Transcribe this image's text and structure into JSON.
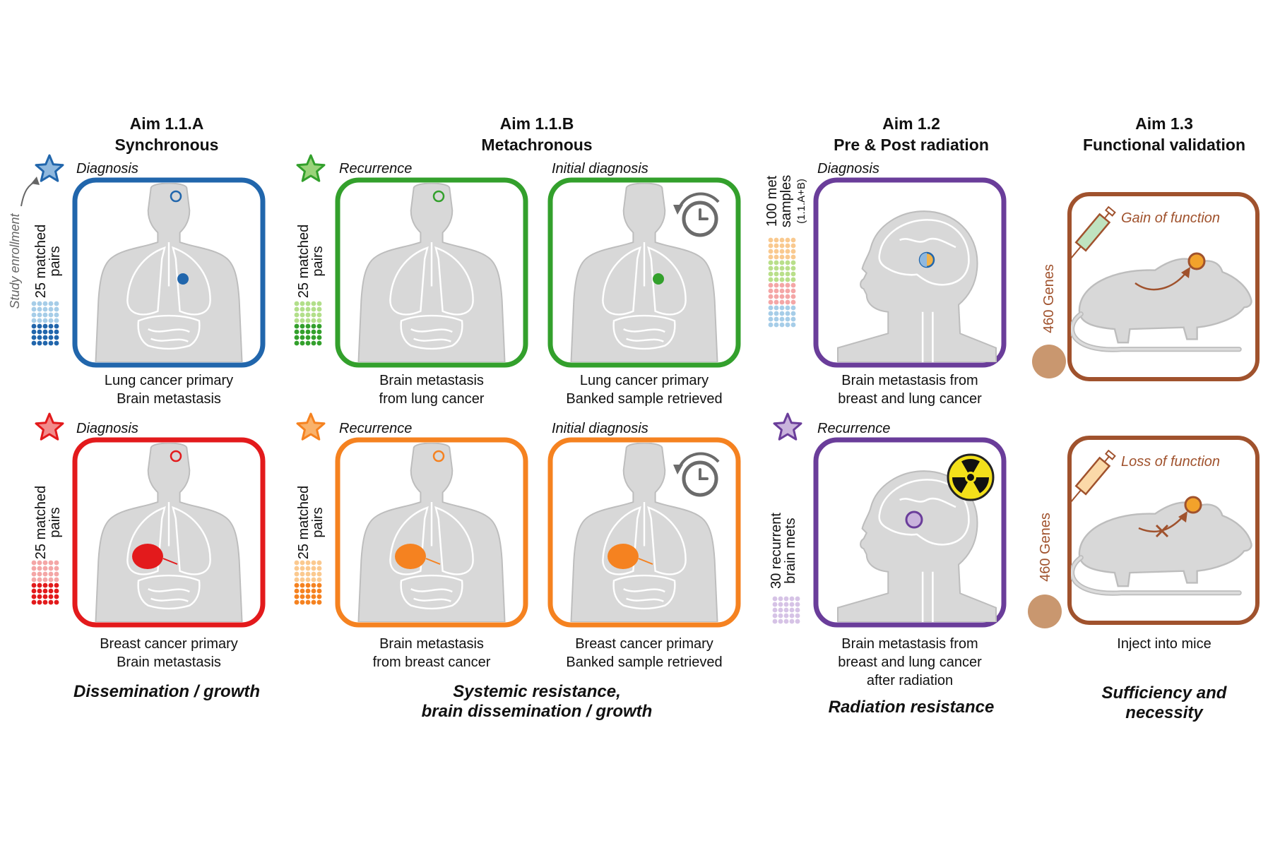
{
  "aims": [
    {
      "title1": "Aim 1.1.A",
      "title2": "Synchronous",
      "theme1": "Dissemination / growth",
      "theme2": ""
    },
    {
      "title1": "Aim 1.1.B",
      "title2": "Metachronous",
      "theme1": "Systemic resistance,",
      "theme2": "brain dissemination / growth"
    },
    {
      "title1": "Aim 1.2",
      "title2": "Pre & Post radiation",
      "theme1": "Radiation resistance",
      "theme2": ""
    },
    {
      "title1": "Aim 1.3",
      "title2": "Functional validation",
      "theme1": "Sufficiency and",
      "theme2": "necessity"
    }
  ],
  "study_enrollment": "Study enrollment",
  "panels": [
    {
      "stage": "Diagnosis",
      "caption1": "Lung cancer primary",
      "caption2": "Brain metastasis",
      "color": "#2166ac"
    },
    {
      "stage": "Recurrence",
      "caption1": "Brain metastasis",
      "caption2": "from lung cancer",
      "color": "#33a02c"
    },
    {
      "stage": "Initial diagnosis",
      "caption1": "Lung cancer primary",
      "caption2": "Banked sample retrieved",
      "color": "#33a02c"
    },
    {
      "stage": "Diagnosis",
      "caption1": "Brain metastasis from",
      "caption2": "breast and lung cancer",
      "caption3": "",
      "color": "#6a3d9a"
    },
    {
      "stage": "Diagnosis",
      "caption1": "Breast cancer primary",
      "caption2": "Brain metastasis",
      "color": "#e31a1c"
    },
    {
      "stage": "Recurrence",
      "caption1": "Brain metastasis",
      "caption2": "from breast cancer",
      "color": "#f58220"
    },
    {
      "stage": "Initial diagnosis",
      "caption1": "Breast cancer primary",
      "caption2": "Banked sample retrieved",
      "color": "#f58220"
    },
    {
      "stage": "Recurrence",
      "caption1": "Brain metastasis from",
      "caption2": "breast and lung cancer",
      "caption3": "after radiation",
      "color": "#6a3d9a"
    }
  ],
  "sample_labels": {
    "matched1": "25 matched",
    "matched2": "pairs",
    "met100_1": "100 met",
    "met100_2": "samples",
    "met100_3": "(1.1.A+B)",
    "recurrent1": "30 recurrent",
    "recurrent2": "brain mets"
  },
  "mouse_panels": [
    {
      "label": "Gain of function",
      "genes": "460 Genes"
    },
    {
      "label": "Loss of function",
      "genes": "460 Genes"
    }
  ],
  "mouse_caption": "Inject into mice",
  "colors": {
    "blue": "#2166ac",
    "green": "#33a02c",
    "red": "#e31a1c",
    "orange": "#f58220",
    "purple": "#6a3d9a",
    "brown": "#a0522d",
    "body": "#d8d8d8",
    "radiation": "#f3e01a"
  },
  "icons": [
    "star-icon",
    "clock-rewind-icon",
    "radiation-icon",
    "syringe-icon",
    "mouse-icon",
    "human-body-icon",
    "head-profile-icon"
  ]
}
